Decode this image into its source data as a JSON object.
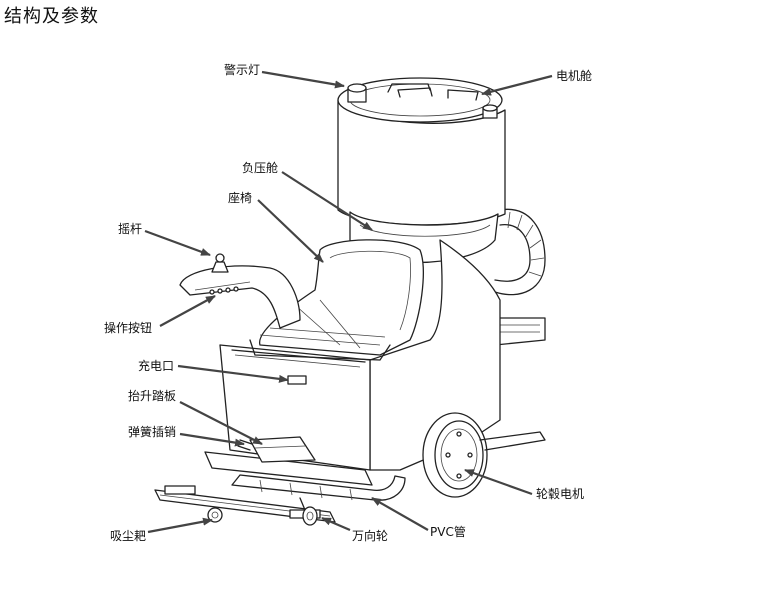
{
  "title": "结构及参数",
  "labels": {
    "warning_light": "警示灯",
    "motor_compartment": "电机舱",
    "negative_pressure_compartment": "负压舱",
    "seat": "座椅",
    "joystick": "摇杆",
    "operation_buttons": "操作按钮",
    "charging_port": "充电口",
    "lift_pedal": "抬升踏板",
    "spring_pin": "弹簧插销",
    "hub_motor": "轮毂电机",
    "suction_rake": "吸尘耙",
    "caster_wheel": "万向轮",
    "pvc_pipe": "PVC管"
  },
  "colors": {
    "line": "#222222",
    "arrow": "#444444",
    "background": "#ffffff"
  }
}
